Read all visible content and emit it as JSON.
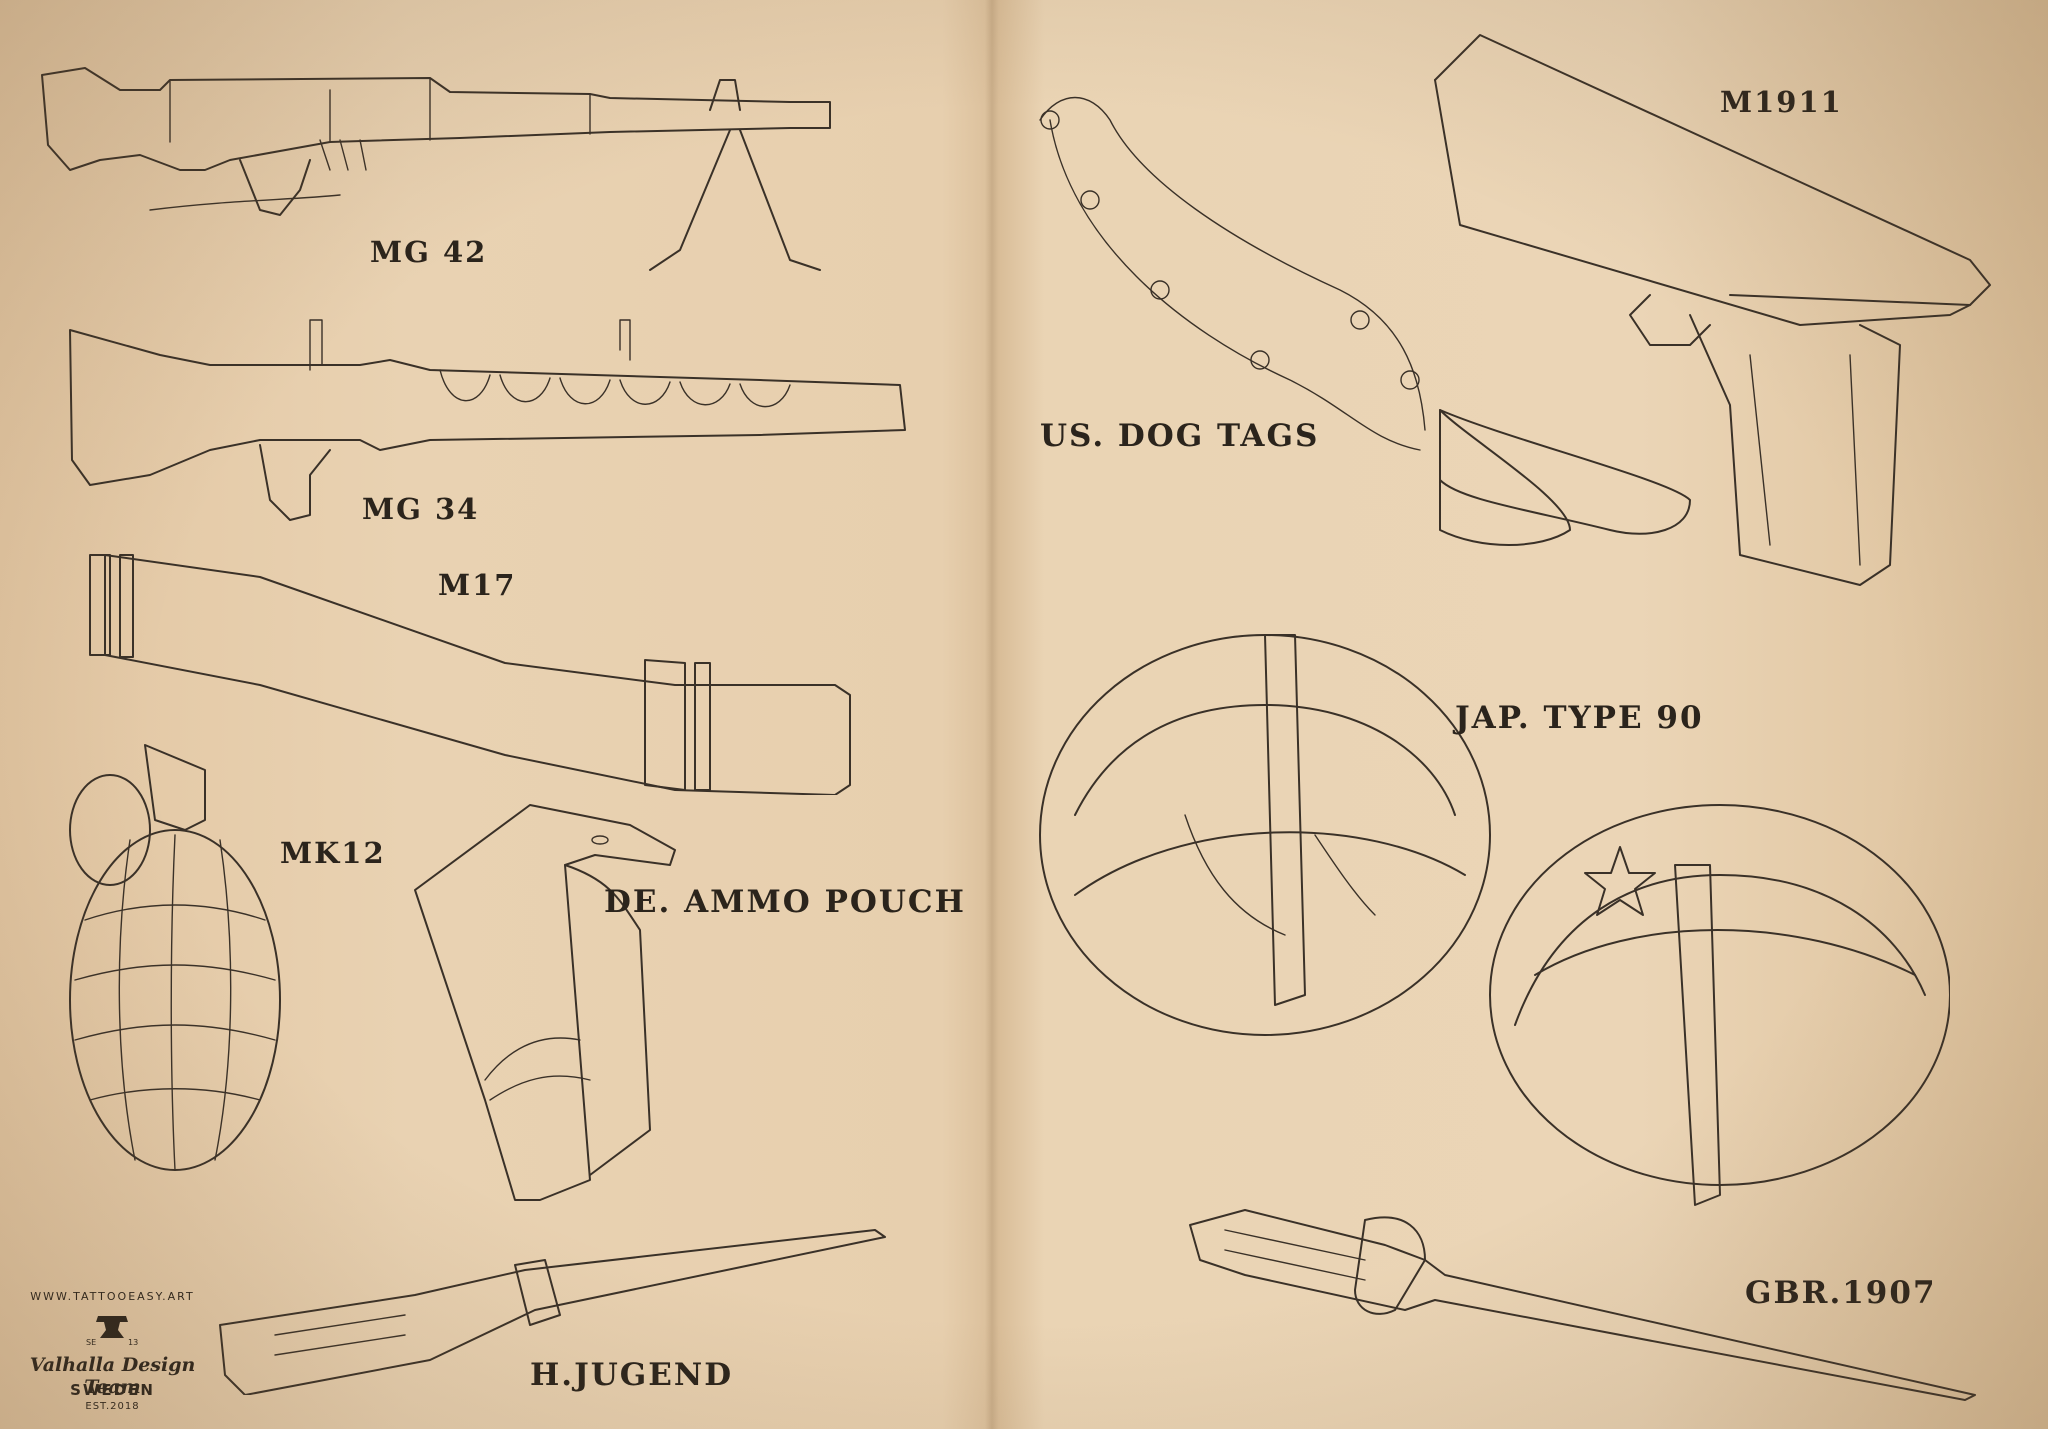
{
  "labels": {
    "mg42": "MG 42",
    "mg34": "MG 34",
    "m17": "M17",
    "mk12": "MK12",
    "ammo_pouch": "DE. AMMO POUCH",
    "h_jugend": "H.JUGEND",
    "dog_tags": "US. DOG TAGS",
    "m1911": "M1911",
    "jap_type90": "JAP. TYPE 90",
    "gbr1907": "GBR.1907"
  },
  "logo": {
    "url": "WWW.TATTOOEASY.ART",
    "se": "SE",
    "year_short": "13",
    "team": "Valhalla Design Team",
    "country": "SWEDEN",
    "established": "EST.2018"
  }
}
